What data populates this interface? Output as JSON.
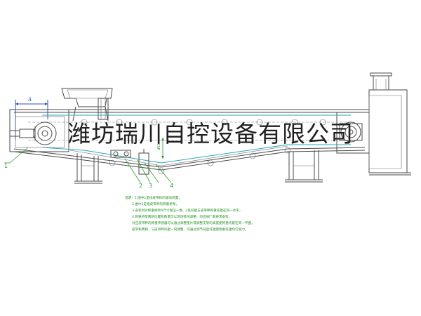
{
  "watermark": "潍坊瑞川自控设备有限公司",
  "dimension_label": "A",
  "vertical_dimension_label": "d50",
  "callouts": [
    "1",
    "2",
    "3",
    "4"
  ],
  "notes": [
    "说明：1.图中1是指皮带机的驱动装置，",
    "2.图中2是指皮带秤的称重桥架，",
    "3.安装时对称重桥架A尺寸保证一致，2处托辊与皮带秤称重托辊在同一水平，",
    "4.称重桥架两侧位置和数量可以现场情况调整，均应按厂家要求安装，",
    "对应皮带秤的称重传感器可以通过调整垫片或调整支架的高度使称重托辊在同一平面，",
    "皮带机两侧，与皮带秤托辊一同调整，可通过调节前后托辊使称重托辊均匀受力。"
  ],
  "colors": {
    "frame": "#4a4a4a",
    "belt": "#2aa8b8",
    "dimension": "#3050c0",
    "notes": "#1c8f1c"
  }
}
